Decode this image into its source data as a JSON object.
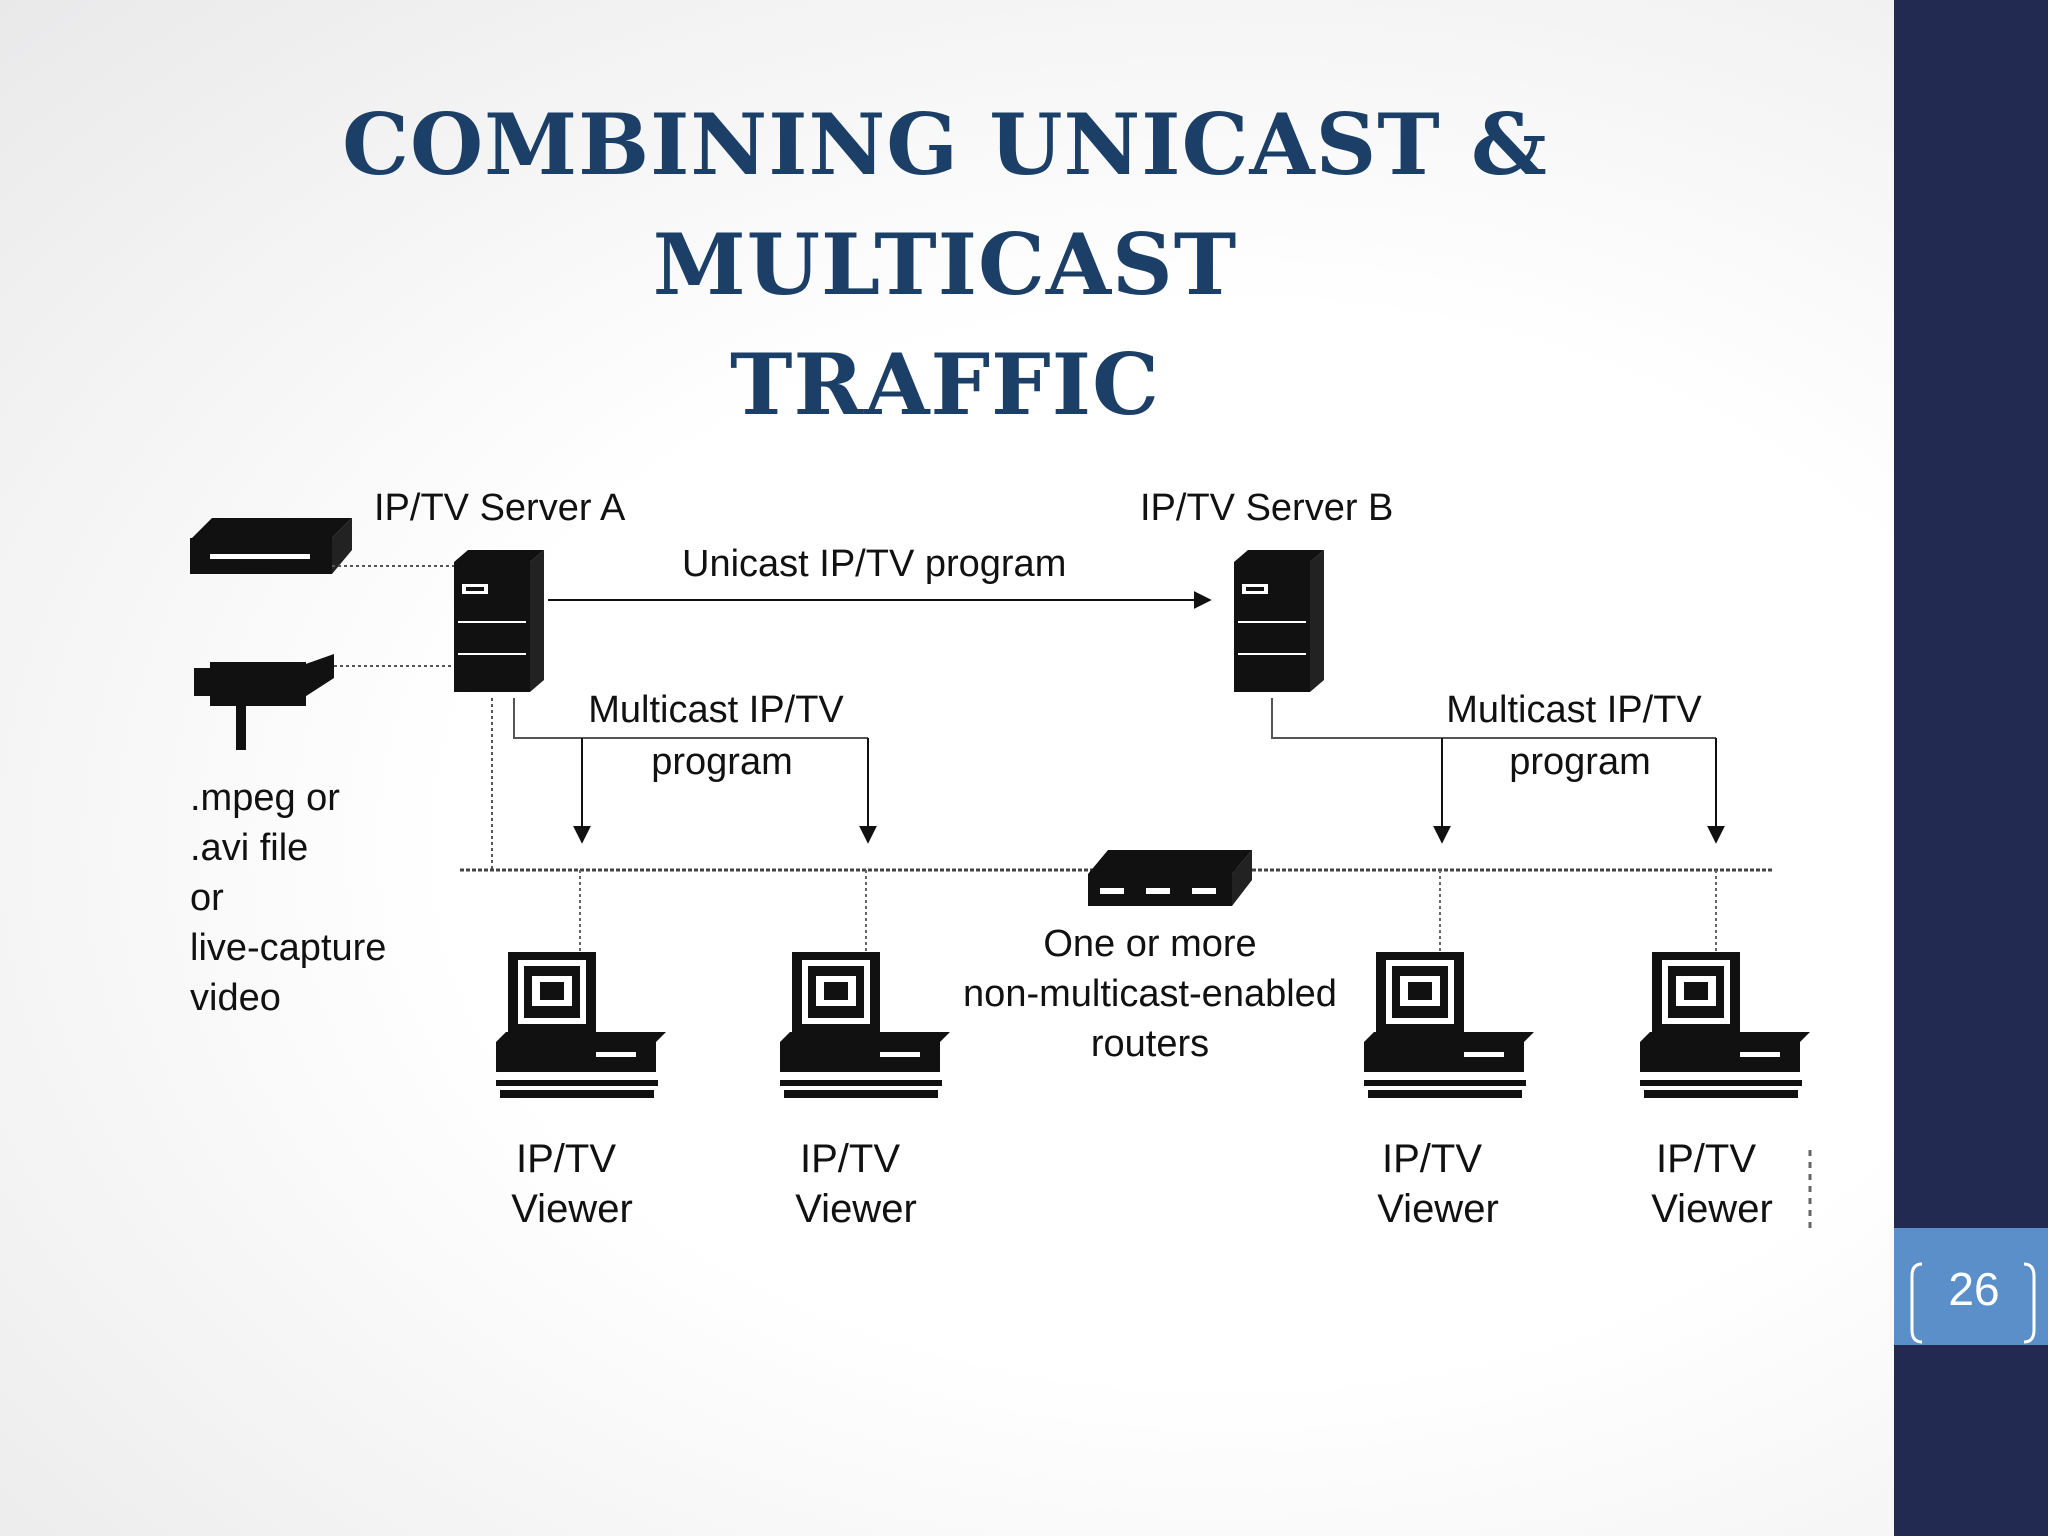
{
  "slide": {
    "title_line1": "COMBINING UNICAST & MULTICAST",
    "title_line2": "TRAFFIC",
    "page_number": "26"
  },
  "diagram": {
    "server_a_label": "IP/TV Server A",
    "server_b_label": "IP/TV Server B",
    "unicast_label": "Unicast IP/TV program",
    "multicast_left_line1": "Multicast IP/TV",
    "multicast_left_line2": "program",
    "multicast_right_line1": "Multicast IP/TV",
    "multicast_right_line2": "program",
    "source_line1": ".mpeg or",
    "source_line2": ".avi file",
    "source_line3": "or",
    "source_line4": "live-capture",
    "source_line5": "video",
    "router_line1": "One or more",
    "router_line2": "non-multicast-enabled",
    "router_line3": "routers",
    "viewer_line1": "IP/TV",
    "viewer_line2": "Viewer"
  },
  "colors": {
    "title": "#1b3f67",
    "sidebar": "#232a52",
    "page_box": "#5b8fc9"
  }
}
